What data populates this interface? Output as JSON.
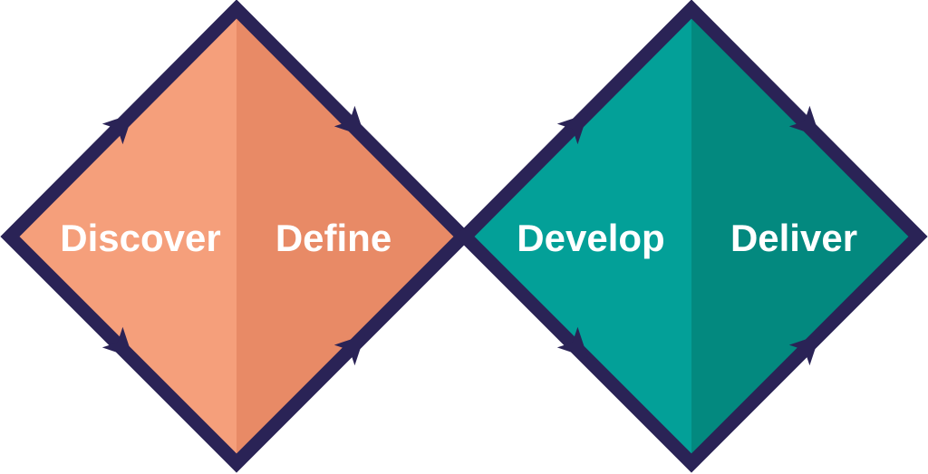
{
  "diagram": {
    "colors": {
      "outline": "#2a2356",
      "discover": "#f59f7b",
      "define": "#e88a66",
      "develop": "#03a098",
      "deliver": "#03897f",
      "label": "#ffffff",
      "background": "#ffffff"
    },
    "labels": {
      "discover": "Discover",
      "define": "Define",
      "develop": "Develop",
      "deliver": "Deliver"
    },
    "icons": {
      "flow_arrow": "arrowhead-icon"
    }
  }
}
